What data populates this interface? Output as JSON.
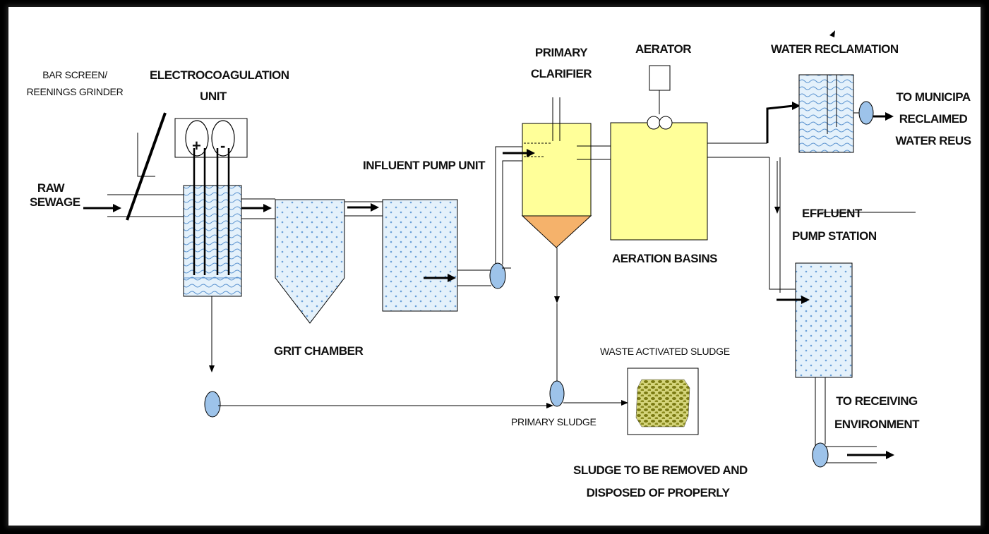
{
  "labels": {
    "raw_sewage_1": "RAW",
    "raw_sewage_2": "SEWAGE",
    "bar_screen_1": "BAR SCREEN/",
    "bar_screen_2": "REENINGS GRINDER",
    "ec_unit_1": "ELECTROCOAGULATION",
    "ec_unit_2": "UNIT",
    "plus": "+",
    "minus": "-",
    "grit_chamber": "GRIT CHAMBER",
    "influent_pump": "INFLUENT PUMP UNIT",
    "primary_clarifier_1": "PRIMARY",
    "primary_clarifier_2": "CLARIFIER",
    "aerator": "AERATOR",
    "aeration_basins": "AERATION BASINS",
    "water_reclamation": "WATER RECLAMATION",
    "to_municipal_1": "TO MUNICIPA",
    "to_municipal_2": "RECLAIMED",
    "to_municipal_3": "WATER REUS",
    "effluent_1": "EFFLUENT",
    "effluent_2": "PUMP STATION",
    "waste_activated_sludge": "WASTE ACTIVATED SLUDGE",
    "primary_sludge": "PRIMARY SLUDGE",
    "sludge_removed_1": "SLUDGE TO BE REMOVED AND",
    "sludge_removed_2": "DISPOSED OF PROPERLY",
    "to_receiving_1": "TO RECEIVING",
    "to_receiving_2": "ENVIRONMENT"
  },
  "colors": {
    "background": "#000000",
    "canvas": "#ffffff",
    "water": "#dfeffb",
    "water_dots": "#6aa0d8",
    "clarifier": "#ffff99",
    "clarifier_cone": "#f5b26b",
    "aeration": "#ffff99",
    "pump": "#9dc3ea",
    "sludge_bed": "#8a8a1e",
    "sludge_bg": "#c8c873"
  }
}
